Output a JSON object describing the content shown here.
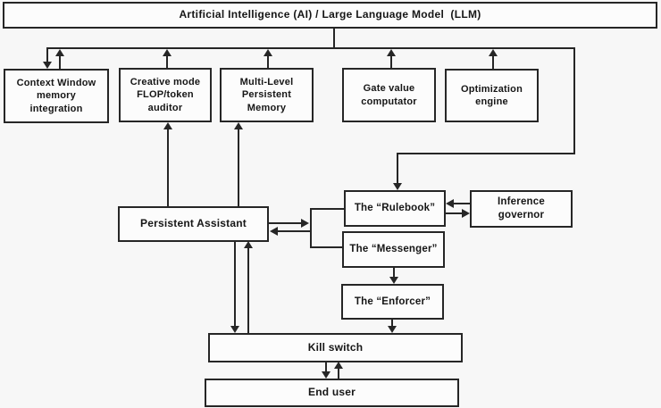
{
  "diagram": {
    "title": "Artificial Intelligence (AI) / Large Language Model  (LLM)",
    "nodes": {
      "ai_llm": "Artificial Intelligence (AI) / Large Language Model  (LLM)",
      "context_window": "Context Window\nmemory\nintegration",
      "creative_mode": "Creative mode\nFLOP/token\nauditor",
      "multi_level": "Multi-Level\nPersistent\nMemory",
      "gate_value": "Gate value\ncomputator",
      "optimization": "Optimization\nengine",
      "persistent_assistant": "Persistent Assistant",
      "rulebook": "The “Rulebook”",
      "inference_governor": "Inference\ngovernor",
      "messenger": "The “Messenger”",
      "enforcer": "The “Enforcer”",
      "kill_switch": "Kill switch",
      "end_user": "End user"
    },
    "colors": {
      "line": "#262626",
      "box_border": "#262626",
      "box_background": "#fcfcfc",
      "page_background": "#f7f7f7",
      "text": "#161616"
    }
  }
}
